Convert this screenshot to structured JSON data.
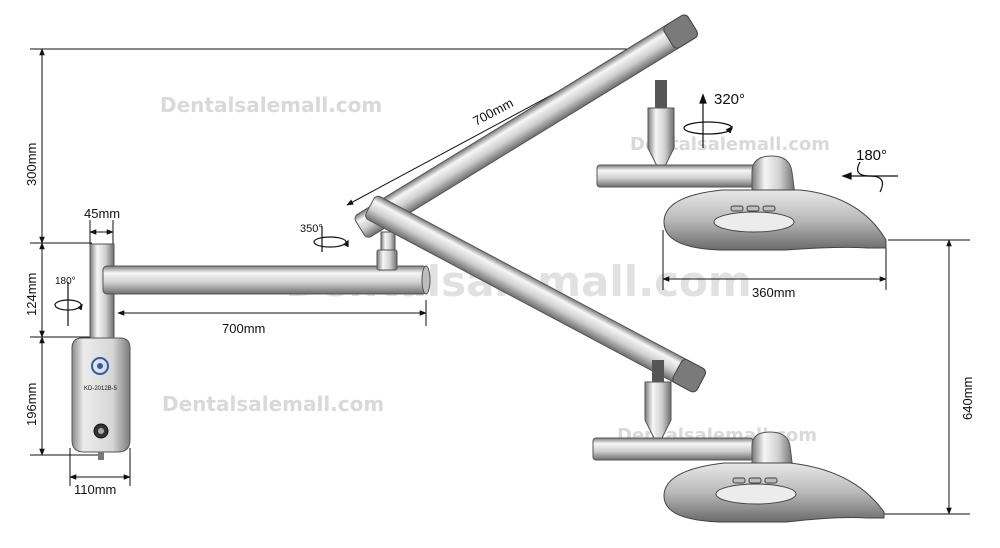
{
  "watermarks": {
    "w1": "Dentalsalemall.com",
    "w2": "Dentalsalemall.com",
    "w3": "Dentalsalemall.com",
    "w4": "Dentalsalemall.com",
    "w5": "Dentalsalemall.com"
  },
  "dimensions": {
    "top_arm_length": "700mm",
    "lower_arm_length": "700mm",
    "height_upper": "300mm",
    "height_mid": "124mm",
    "height_base": "196mm",
    "base_width": "110mm",
    "post_width": "45mm",
    "lamp_width": "360mm",
    "lamp_drop": "640mm"
  },
  "rotations": {
    "head_vertical": "320°",
    "head_tilt": "180°",
    "joint_swivel": "350°",
    "wall_swivel": "180°"
  },
  "device": {
    "model_label": "KD-2012B-5"
  },
  "colors": {
    "metal_light": "#f2f2f2",
    "metal_mid": "#bdbdbd",
    "metal_dark": "#555555",
    "logo_blue": "#2a5db0"
  }
}
